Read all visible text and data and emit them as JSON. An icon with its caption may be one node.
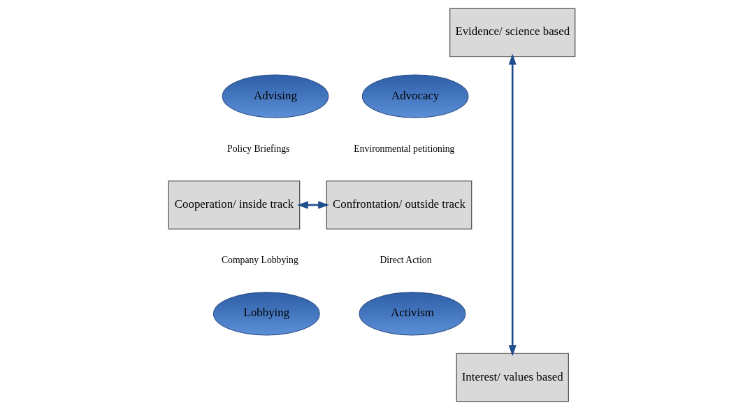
{
  "diagram": {
    "nodes": [
      {
        "text": [
          "Evidence/ science based"
        ]
      },
      {
        "text": [
          "Advising"
        ]
      },
      {
        "text": [
          "Advocacy"
        ]
      },
      {
        "text": [
          "Cooperation/ inside track"
        ]
      },
      {
        "text": [
          "Confrontation/ outside track"
        ]
      },
      {
        "text": [
          "Lobbying"
        ]
      },
      {
        "text": [
          "Activism"
        ]
      },
      {
        "text": [
          "Interest/ values based"
        ]
      }
    ],
    "edges": [
      {
        "from": 0,
        "to": 7,
        "arrow": "both"
      },
      {
        "from": 3,
        "to": 4,
        "arrow": "both"
      }
    ],
    "labels": [
      "Policy Briefings",
      "Environmental petitioning",
      "Company Lobbying",
      "Direct Action"
    ]
  }
}
